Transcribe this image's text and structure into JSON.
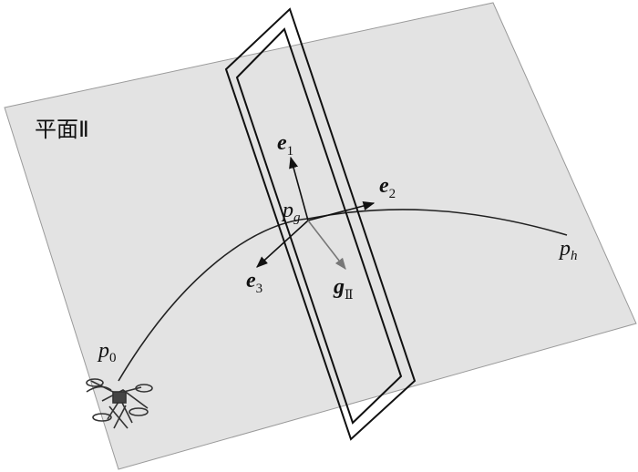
{
  "plane_label": "平面Ⅱ",
  "points": {
    "p0": {
      "base": "p",
      "sub": "0"
    },
    "pg": {
      "base": "p",
      "sub": "g"
    },
    "ph": {
      "base": "p",
      "sub": "h"
    }
  },
  "vectors": {
    "e1": {
      "base": "e",
      "sub": "1"
    },
    "e2": {
      "base": "e",
      "sub": "2"
    },
    "e3": {
      "base": "e",
      "sub": "3"
    },
    "g": {
      "base": "g",
      "sub": "Ⅱ"
    }
  },
  "colors": {
    "plane_fill": "#e3e3e3",
    "plane_edge": "#9a9a9a",
    "frame": "#111111",
    "curve": "#222222",
    "g_arrow": "#777777"
  }
}
